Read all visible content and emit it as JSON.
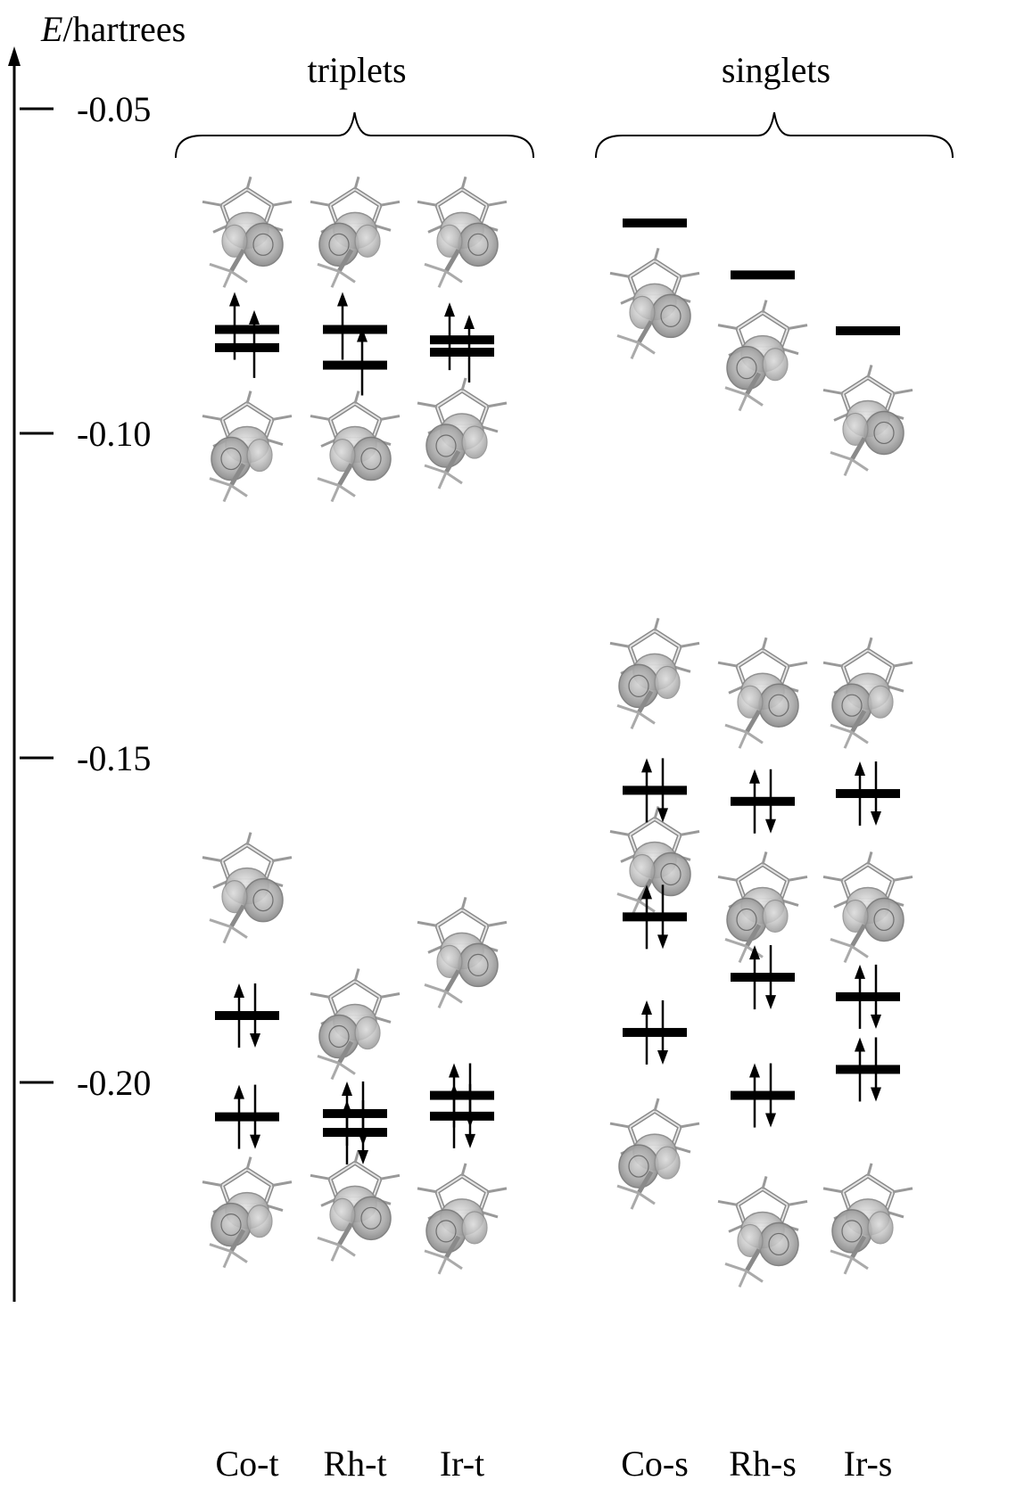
{
  "axis": {
    "label_italic": "E",
    "label_rest": "/hartrees",
    "ticks": [
      {
        "value": -0.05,
        "label": "-0.05"
      },
      {
        "value": -0.1,
        "label": "-0.10"
      },
      {
        "value": -0.15,
        "label": "-0.15"
      },
      {
        "value": -0.2,
        "label": "-0.20"
      }
    ]
  },
  "groups": [
    {
      "label": "triplets",
      "columns": [
        "Co-t",
        "Rh-t",
        "Ir-t"
      ]
    },
    {
      "label": "singlets",
      "columns": [
        "Co-s",
        "Rh-s",
        "Ir-s"
      ]
    }
  ],
  "columns": [
    "Co-t",
    "Rh-t",
    "Ir-t",
    "Co-s",
    "Rh-s",
    "Ir-s"
  ],
  "levels": [
    {
      "column": "Co-t",
      "energy": -0.084,
      "occupancy": "up"
    },
    {
      "column": "Co-t",
      "energy": -0.0868,
      "occupancy": "up"
    },
    {
      "column": "Rh-t",
      "energy": -0.084,
      "occupancy": "up"
    },
    {
      "column": "Rh-t",
      "energy": -0.0895,
      "occupancy": "up"
    },
    {
      "column": "Ir-t",
      "energy": -0.0856,
      "occupancy": "up"
    },
    {
      "column": "Ir-t",
      "energy": -0.0875,
      "occupancy": "up"
    },
    {
      "column": "Co-t",
      "energy": -0.1897,
      "occupancy": "pair"
    },
    {
      "column": "Co-t",
      "energy": -0.2053,
      "occupancy": "pair"
    },
    {
      "column": "Rh-t",
      "energy": -0.2048,
      "occupancy": "pair"
    },
    {
      "column": "Rh-t",
      "energy": -0.2077,
      "occupancy": "pair"
    },
    {
      "column": "Ir-t",
      "energy": -0.202,
      "occupancy": "pair"
    },
    {
      "column": "Ir-t",
      "energy": -0.2052,
      "occupancy": "pair"
    },
    {
      "column": "Co-s",
      "energy": -0.0676,
      "occupancy": "empty"
    },
    {
      "column": "Rh-s",
      "energy": -0.0756,
      "occupancy": "empty"
    },
    {
      "column": "Ir-s",
      "energy": -0.0842,
      "occupancy": "empty"
    },
    {
      "column": "Co-s",
      "energy": -0.155,
      "occupancy": "pair"
    },
    {
      "column": "Co-s",
      "energy": -0.1745,
      "occupancy": "pair"
    },
    {
      "column": "Co-s",
      "energy": -0.1923,
      "occupancy": "pair"
    },
    {
      "column": "Rh-s",
      "energy": -0.1567,
      "occupancy": "pair"
    },
    {
      "column": "Rh-s",
      "energy": -0.1838,
      "occupancy": "pair"
    },
    {
      "column": "Rh-s",
      "energy": -0.202,
      "occupancy": "pair"
    },
    {
      "column": "Ir-s",
      "energy": -0.1555,
      "occupancy": "pair"
    },
    {
      "column": "Ir-s",
      "energy": -0.1868,
      "occupancy": "pair"
    },
    {
      "column": "Ir-s",
      "energy": -0.198,
      "occupancy": "pair"
    }
  ],
  "orbital_sketches": [
    {
      "column": "Co-t",
      "energy": -0.069
    },
    {
      "column": "Rh-t",
      "energy": -0.069
    },
    {
      "column": "Ir-t",
      "energy": -0.069
    },
    {
      "column": "Co-t",
      "energy": -0.102
    },
    {
      "column": "Rh-t",
      "energy": -0.102
    },
    {
      "column": "Ir-t",
      "energy": -0.1
    },
    {
      "column": "Co-t",
      "energy": -0.17
    },
    {
      "column": "Rh-t",
      "energy": -0.191
    },
    {
      "column": "Ir-t",
      "energy": -0.18
    },
    {
      "column": "Co-t",
      "energy": -0.22
    },
    {
      "column": "Rh-t",
      "energy": -0.219
    },
    {
      "column": "Ir-t",
      "energy": -0.221
    },
    {
      "column": "Co-s",
      "energy": -0.08
    },
    {
      "column": "Rh-s",
      "energy": -0.088
    },
    {
      "column": "Ir-s",
      "energy": -0.098
    },
    {
      "column": "Co-s",
      "energy": -0.137
    },
    {
      "column": "Rh-s",
      "energy": -0.14
    },
    {
      "column": "Ir-s",
      "energy": -0.14
    },
    {
      "column": "Co-s",
      "energy": -0.166
    },
    {
      "column": "Rh-s",
      "energy": -0.173
    },
    {
      "column": "Ir-s",
      "energy": -0.173
    },
    {
      "column": "Co-s",
      "energy": -0.211
    },
    {
      "column": "Rh-s",
      "energy": -0.223
    },
    {
      "column": "Ir-s",
      "energy": -0.221
    }
  ]
}
